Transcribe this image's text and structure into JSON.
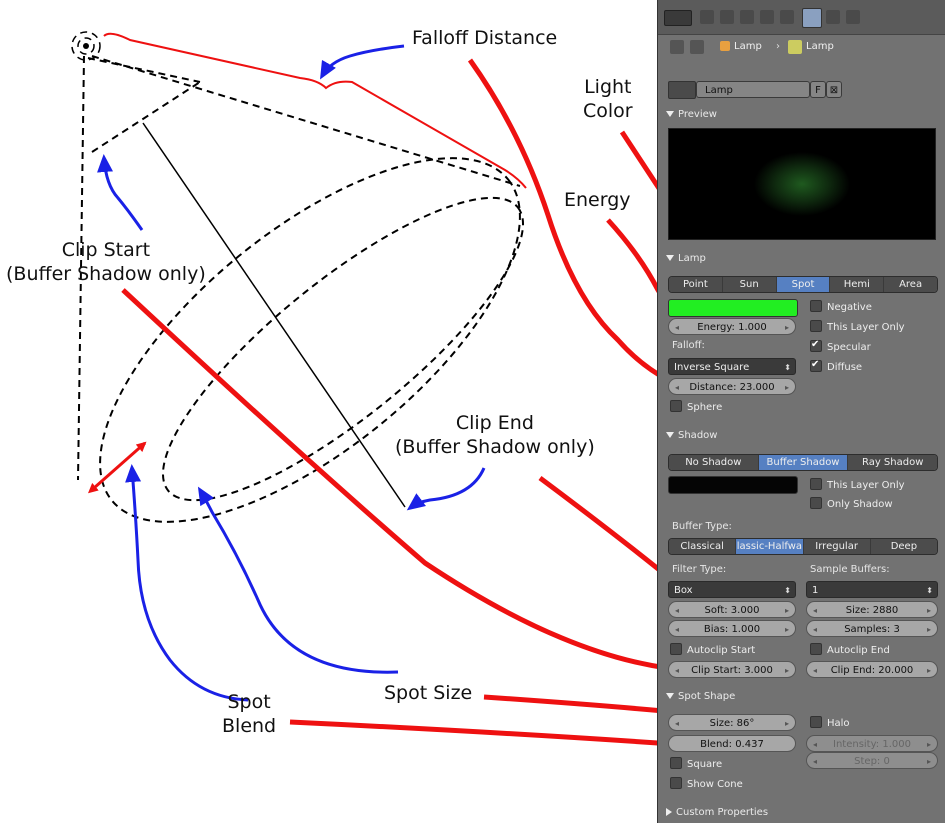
{
  "annotations": {
    "falloff_distance": "Falloff Distance",
    "light_color": "Light\nColor",
    "energy": "Energy",
    "clip_start": "Clip Start\n(Buffer Shadow only)",
    "clip_end": "Clip End\n(Buffer Shadow only)",
    "spot_size": "Spot Size",
    "spot_blend": "Spot\nBlend"
  },
  "colors": {
    "red_arrow": "#ee1111",
    "blue_arrow": "#1a21e6",
    "panel_bg": "#727272",
    "selected": "#5680c2",
    "light_color_swatch": "#22ee22",
    "shadow_color_swatch": "#050505"
  },
  "panel": {
    "breadcrumb": {
      "object": "Lamp",
      "data": "Lamp"
    },
    "datablock": {
      "name": "Lamp",
      "fake_user": "F"
    },
    "preview": {
      "header": "Preview"
    },
    "lamp": {
      "header": "Lamp",
      "types": [
        "Point",
        "Sun",
        "Spot",
        "Hemi",
        "Area"
      ],
      "energy": "Energy: 1.000",
      "negative": "Negative",
      "this_layer_only": "This Layer Only",
      "specular": "Specular",
      "diffuse": "Diffuse",
      "falloff_label": "Falloff:",
      "falloff_value": "Inverse Square",
      "distance": "Distance: 23.000",
      "sphere": "Sphere"
    },
    "shadow": {
      "header": "Shadow",
      "modes": [
        "No Shadow",
        "Buffer Shadow",
        "Ray Shadow"
      ],
      "this_layer_only": "This Layer Only",
      "only_shadow": "Only Shadow",
      "buffer_type_label": "Buffer Type:",
      "buffer_types": [
        "Classical",
        "lassic-Halfwa",
        "Irregular",
        "Deep"
      ],
      "filter_type_label": "Filter Type:",
      "filter_type_value": "Box",
      "sample_buffers_label": "Sample Buffers:",
      "sample_buffers_value": "1",
      "soft": "Soft: 3.000",
      "bias": "Bias: 1.000",
      "size": "Size: 2880",
      "samples": "Samples: 3",
      "autoclip_start": "Autoclip Start",
      "autoclip_end": "Autoclip End",
      "clip_start": "Clip Start: 3.000",
      "clip_end": "Clip End: 20.000"
    },
    "spot_shape": {
      "header": "Spot Shape",
      "size": "Size: 86°",
      "blend": "Blend: 0.437",
      "halo": "Halo",
      "intensity": "Intensity: 1.000",
      "step": "Step: 0",
      "square": "Square",
      "show_cone": "Show Cone"
    },
    "custom_properties": {
      "header": "Custom Properties"
    }
  }
}
